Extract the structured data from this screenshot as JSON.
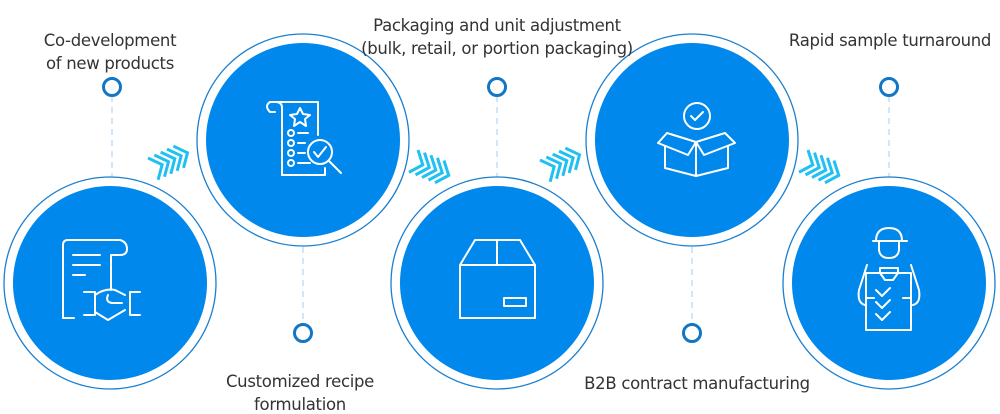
{
  "colors": {
    "fill": "#0088ec",
    "ring": "#1a7fd0",
    "dot": "#1276c6",
    "dash": "#cfe6fb",
    "chevron": "#21c0f2"
  },
  "steps": [
    {
      "lines": [
        "Co-development",
        "of new products"
      ],
      "icon": "contract-handshake-icon"
    },
    {
      "lines": [
        "Customized recipe",
        "formulation"
      ],
      "icon": "recipe-review-icon"
    },
    {
      "lines": [
        "Packaging and unit adjustment",
        "(bulk, retail, or portion packaging)"
      ],
      "icon": "package-box-icon"
    },
    {
      "lines": [
        "B2B contract manufacturing"
      ],
      "icon": "open-box-check-icon"
    },
    {
      "lines": [
        "Rapid sample turnaround"
      ],
      "icon": "inspector-clipboard-icon"
    }
  ]
}
